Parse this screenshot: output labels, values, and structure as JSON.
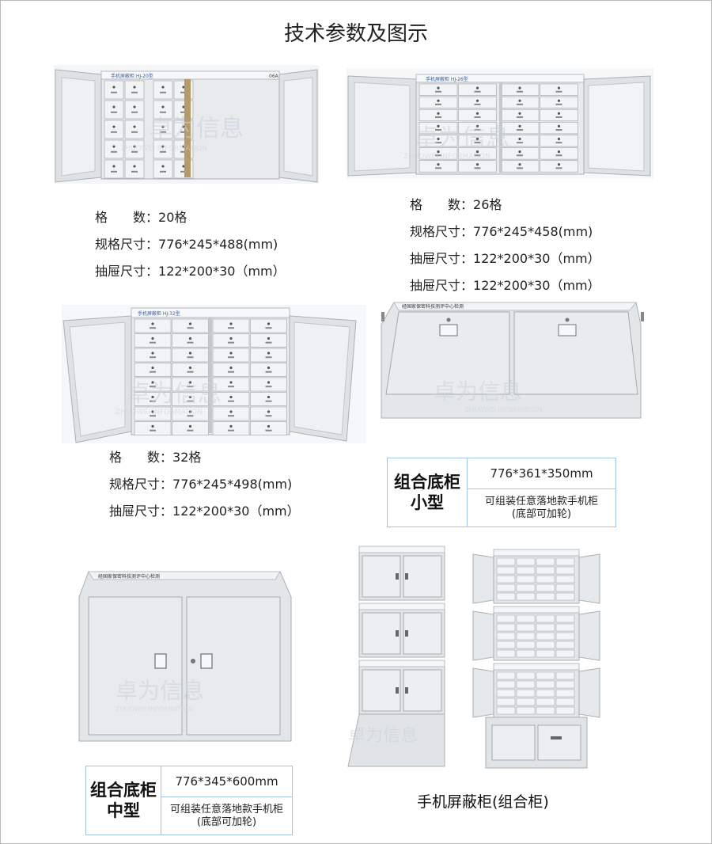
{
  "page": {
    "title": "技术参数及图示"
  },
  "products": [
    {
      "grid_label": "格　　数：",
      "grid_count": "20格",
      "size_label": "规格尺寸：",
      "size_value": "776*245*488(mm)",
      "drawer_label": "抽屉尺寸：",
      "drawer_value": "122*200*30（mm）",
      "photo_label": "手机屏蔽柜 HJ-20型",
      "photo_tag": "06A"
    },
    {
      "grid_label": "格　　数：",
      "grid_count": "26格",
      "size_label": "规格尺寸：",
      "size_value": "776*245*458(mm)",
      "drawer_label": "抽屉尺寸：",
      "drawer_value": "122*200*30（mm）",
      "drawer_value_2": "122*200*30（mm）",
      "photo_label": "手机屏蔽柜 HJ-26型"
    },
    {
      "grid_label": "格　　数：",
      "grid_count": "32格",
      "size_label": "规格尺寸：",
      "size_value": "776*245*498(mm)",
      "drawer_label": "抽屉尺寸：",
      "drawer_value": "122*200*30（mm）",
      "photo_label": "手机屏蔽柜 HJ-32型"
    }
  ],
  "base_small": {
    "photo_label": "经国家保密科技测评中心检测",
    "name_line1": "组合底柜",
    "name_line2": "小型",
    "size": "776*361*350mm",
    "desc_line1": "可组装任意落地款手机柜",
    "desc_line2": "(底部可加轮)"
  },
  "base_medium": {
    "photo_label": "经国家保密科技测评中心检测",
    "name_line1": "组合底柜",
    "name_line2": "中型",
    "size": "776*345*600mm",
    "desc_line1": "可组装任意落地款手机柜",
    "desc_line2": "(底部可加轮)"
  },
  "combo": {
    "caption": "手机屏蔽柜(组合柜)"
  },
  "watermark": {
    "brand_cn": "卓为信息",
    "brand_en": "ZHUOWEI INFORMATION"
  },
  "colors": {
    "cabinet_body": "#e4e7ea",
    "cabinet_shade": "#c7ccd1",
    "cabinet_dark": "#9aa1a8",
    "table_border": "#9fc6e8"
  }
}
